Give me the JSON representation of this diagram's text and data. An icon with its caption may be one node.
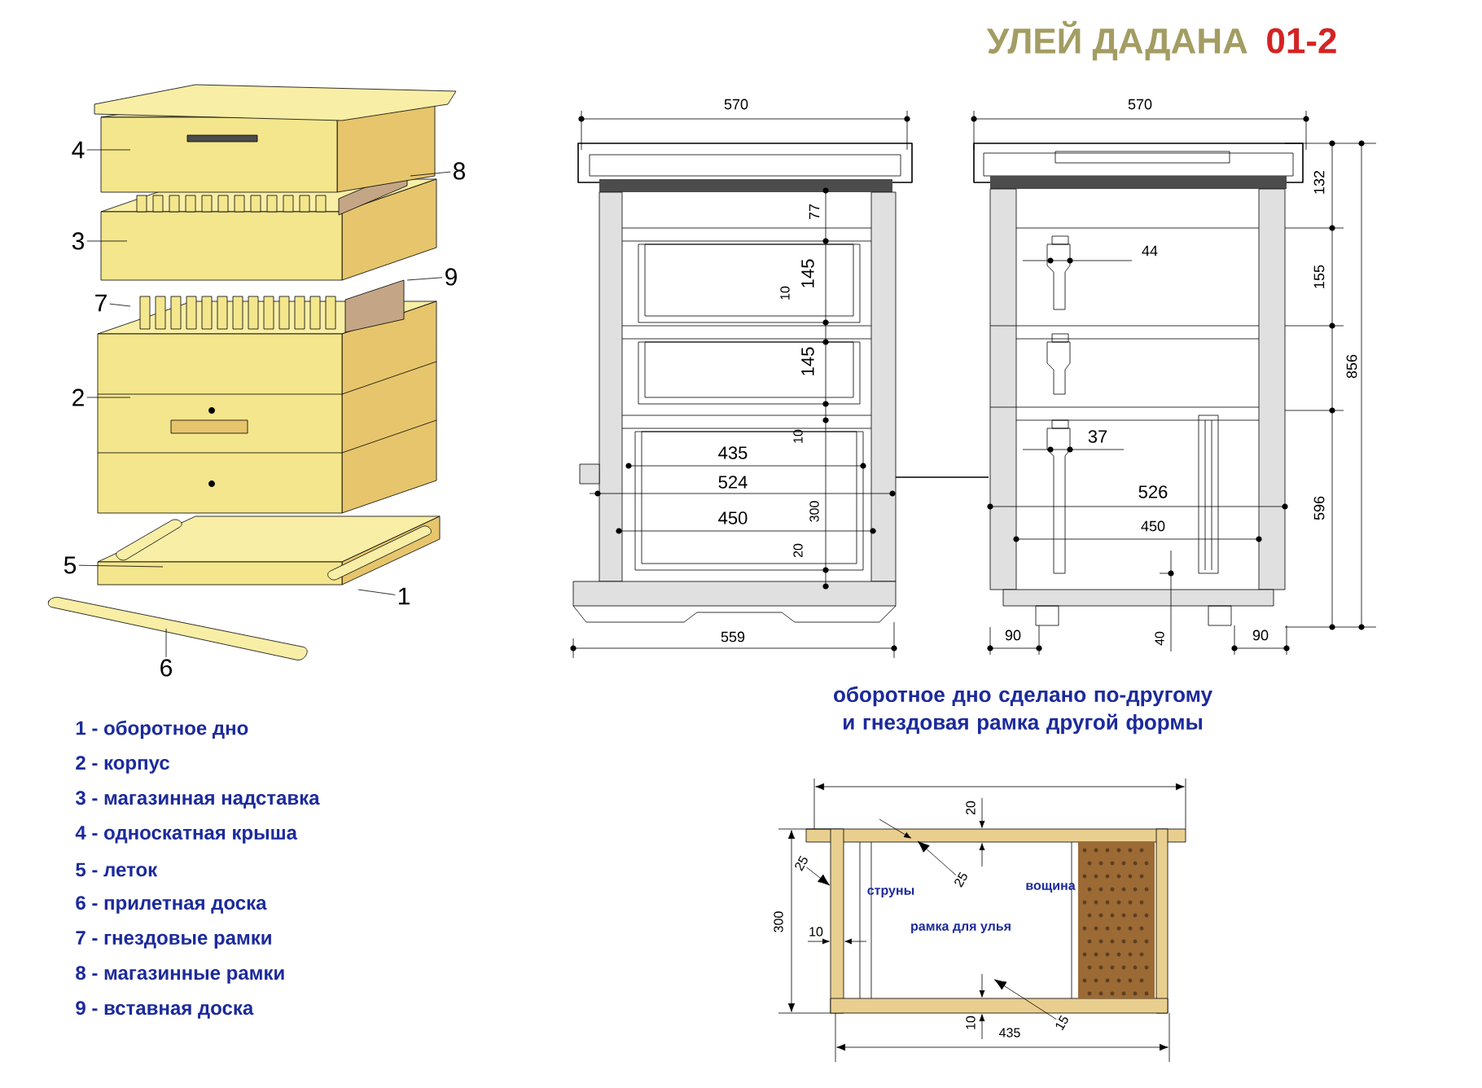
{
  "diagram": {
    "title": "УЛЕЙ ДАДАНА",
    "caption": "оборотное дно сделано по-другому и гнездовая рамка другой формы",
    "nodes": [
      {
        "text": [
          "4"
        ]
      },
      {
        "text": [
          "8"
        ]
      },
      {
        "text": [
          "3"
        ]
      },
      {
        "text": [
          "9"
        ]
      },
      {
        "text": [
          "7"
        ]
      },
      {
        "text": [
          "2"
        ]
      },
      {
        "text": [
          "5"
        ]
      },
      {
        "text": [
          "1"
        ]
      },
      {
        "text": [
          "6"
        ]
      },
      {
        "text": [
          "25"
        ]
      },
      {
        "text": [
          "25"
        ]
      },
      {
        "text": [
          "15"
        ]
      }
    ],
    "edges": [
      {
        "from": 0,
        "to": null,
        "arrow": "none"
      },
      {
        "from": 1,
        "to": null,
        "arrow": "none"
      },
      {
        "from": 2,
        "to": null,
        "arrow": "none"
      },
      {
        "from": 3,
        "to": null,
        "arrow": "none"
      },
      {
        "from": 4,
        "to": null,
        "arrow": "none"
      },
      {
        "from": 5,
        "to": null,
        "arrow": "none"
      },
      {
        "from": 6,
        "to": null,
        "arrow": "none"
      },
      {
        "from": 7,
        "to": null,
        "arrow": "none"
      },
      {
        "from": 8,
        "to": null,
        "arrow": "none"
      },
      {
        "from": 9,
        "to": null,
        "arrow": "to"
      },
      {
        "from": 10,
        "to": null,
        "arrow": "to"
      },
      {
        "from": 11,
        "to": null,
        "arrow": "to"
      }
    ],
    "labels": [
      "01-2",
      "1 - оборотное дно",
      "2 - корпус",
      "3 - магазинная надставка",
      "4 - односкатная крыша",
      "5 - леток",
      "6 - прилетная доска",
      "7 - гнездовые рамки",
      "8 - магазинные рамки",
      "9 - вставная доска",
      "570",
      "77",
      "10",
      "145",
      "145",
      "10",
      "435",
      "524",
      "450",
      "300",
      "20",
      "559",
      "570",
      "132",
      "155",
      "856",
      "44",
      "37",
      "526",
      "450",
      "596",
      "90",
      "40",
      "90",
      "20",
      "300",
      "10",
      "струны",
      "вощина",
      "рамка для улья",
      "10",
      "435"
    ]
  }
}
